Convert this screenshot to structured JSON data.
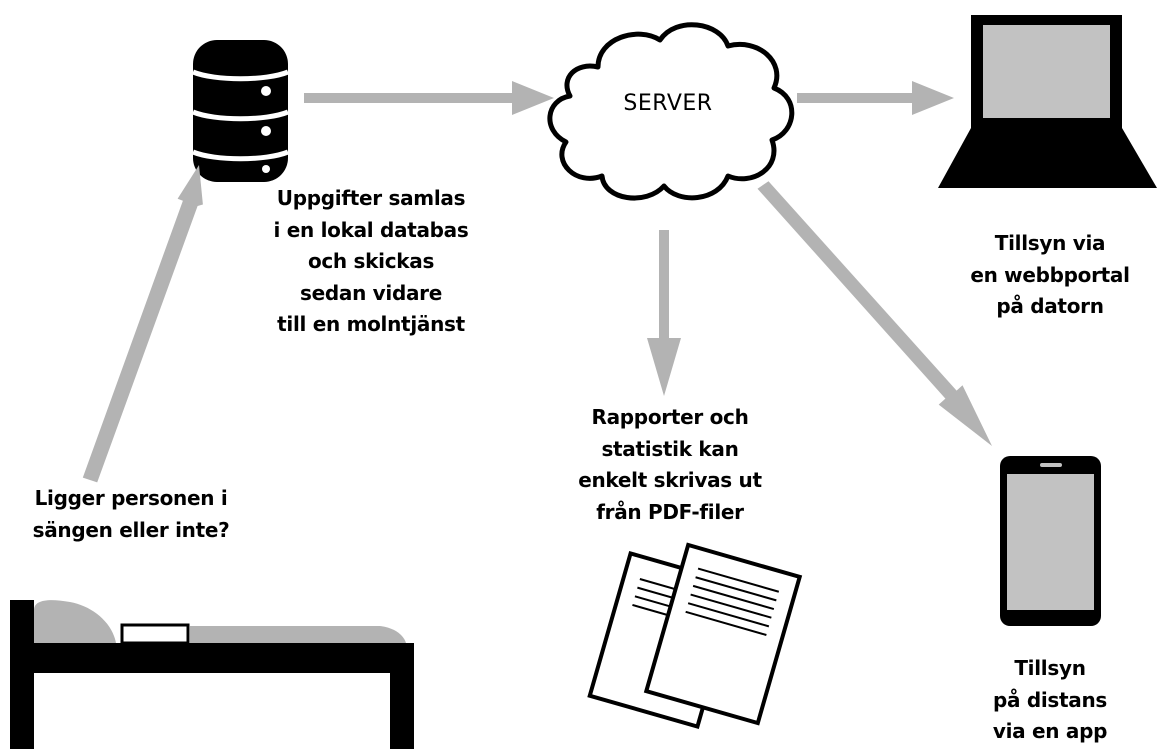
{
  "server": {
    "label": "SERVER"
  },
  "database": {
    "caption": [
      "Uppgifter samlas",
      "i en lokal databas",
      "och skickas",
      "sedan vidare",
      "till en molntjänst"
    ]
  },
  "bed": {
    "caption": [
      "Ligger personen i",
      "sängen eller inte?"
    ]
  },
  "reports": {
    "caption": [
      "Rapporter och",
      "statistik kan",
      "enkelt skrivas ut",
      "från PDF-filer"
    ]
  },
  "laptop": {
    "caption": [
      "Tillsyn via",
      "en webbportal",
      "på datorn"
    ]
  },
  "phone": {
    "caption": [
      "Tillsyn",
      "på distans",
      "via en app"
    ]
  },
  "colors": {
    "arrow": "#b3b3b3",
    "icon": "#000000",
    "screen": "#c2c2c2"
  }
}
